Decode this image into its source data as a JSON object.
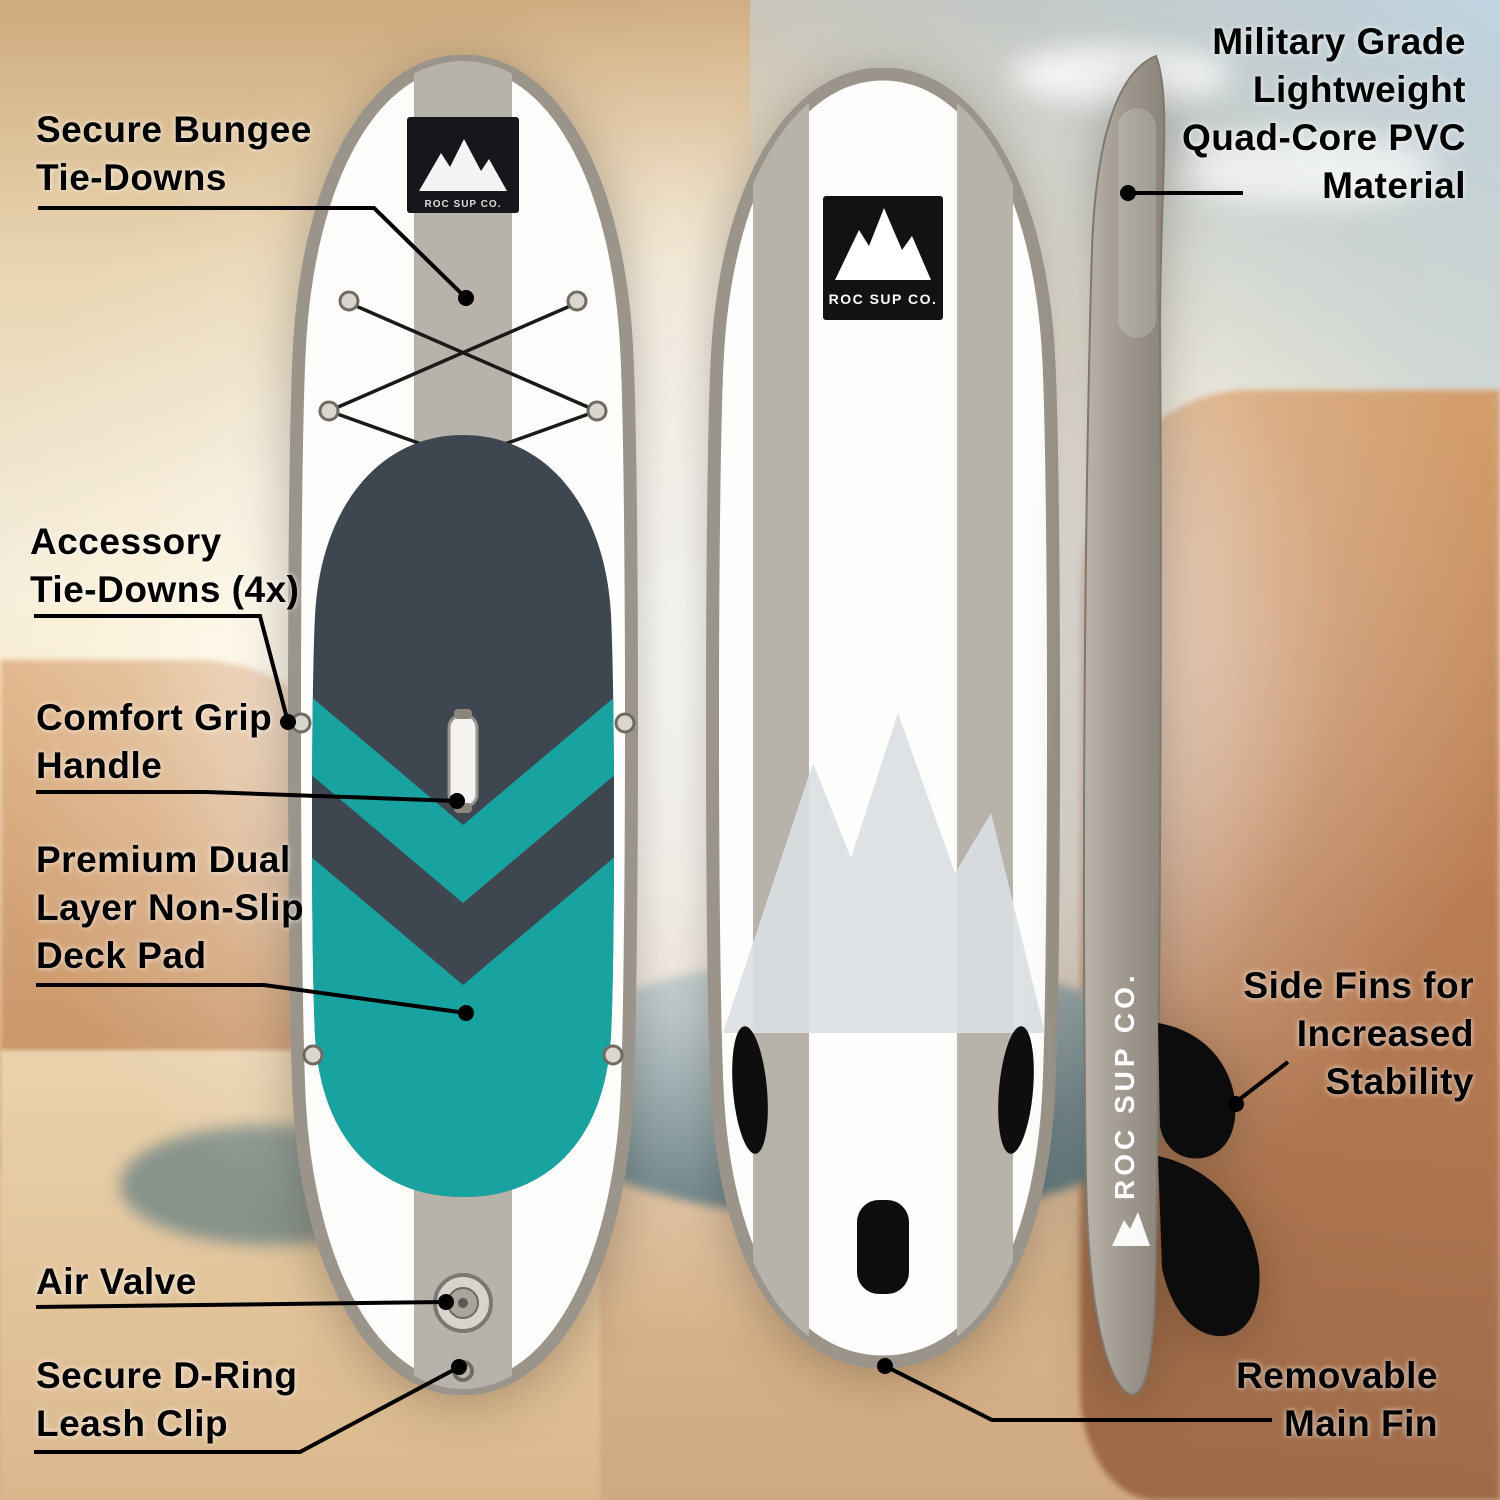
{
  "callouts": {
    "bungee": "Secure Bungee\nTie-Downs",
    "material": "Military Grade\nLightweight\nQuad-Core PVC\nMaterial",
    "accessory": "Accessory\nTie-Downs (4x)",
    "handle": "Comfort Grip\nHandle",
    "deck_pad": "Premium Dual\nLayer Non-Slip\nDeck Pad",
    "air_valve": "Air Valve",
    "d_ring": "Secure D-Ring\nLeash Clip",
    "side_fins": "Side Fins for\nIncreased\nStability",
    "main_fin": "Removable\nMain Fin"
  },
  "brand": {
    "name": "ROC SUP CO."
  },
  "colors": {
    "teal_accent": "#18A3A1",
    "deck_pad_charcoal": "#3E4750",
    "rail_gray": "#9A948A",
    "stripe_gray": "#B7B2AA",
    "fin_black": "#0E0E0E",
    "callout_line": "#000000"
  }
}
